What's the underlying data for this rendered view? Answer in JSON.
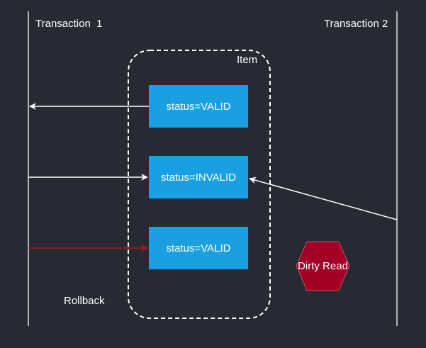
{
  "participants": {
    "left": "Transaction  1",
    "right": "Transaction 2"
  },
  "group": {
    "label": "Item"
  },
  "states": [
    {
      "label": "status=VALID"
    },
    {
      "label": "status=INVALID"
    },
    {
      "label": "status=VALID"
    }
  ],
  "annotations": {
    "rollback": "Rollback",
    "dirty_read": "Dirty Read"
  },
  "colors": {
    "background": "#272a33",
    "line": "#ffffff",
    "box": "#1aa0e0",
    "rollback_arrow": "#b01818",
    "hexagon": "#a20025"
  }
}
